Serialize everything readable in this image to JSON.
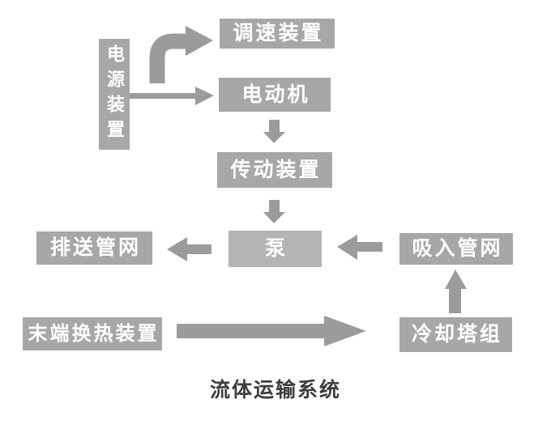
{
  "title": "流体运输系统",
  "colors": {
    "background": "#ffffff",
    "node_fill": "#a7a7a7",
    "pump_fill": "#b4b4b4",
    "arrow_fill": "#9b9b9b",
    "node_text": "#ffffff",
    "title_text": "#3d3d3d"
  },
  "nodes": {
    "power_supply": {
      "label": "电源装置",
      "orientation": "vertical"
    },
    "speed_control": {
      "label": "调速装置"
    },
    "motor": {
      "label": "电动机"
    },
    "transmission": {
      "label": "传动装置"
    },
    "pump": {
      "label": "泵"
    },
    "discharge_network": {
      "label": "排送管网"
    },
    "suction_network": {
      "label": "吸入管网"
    },
    "terminal_heat_exchanger": {
      "label": "末端换热装置"
    },
    "cooling_tower": {
      "label": "冷却塔组"
    }
  },
  "edges": [
    {
      "from": "power_supply",
      "to": "speed_control",
      "style": "bent-arrow"
    },
    {
      "from": "power_supply",
      "to": "motor",
      "style": "straight-arrow"
    },
    {
      "from": "motor",
      "to": "transmission",
      "style": "down-arrow"
    },
    {
      "from": "transmission",
      "to": "pump",
      "style": "down-arrow"
    },
    {
      "from": "pump",
      "to": "discharge_network",
      "style": "left-arrow"
    },
    {
      "from": "suction_network",
      "to": "pump",
      "style": "left-arrow"
    },
    {
      "from": "cooling_tower",
      "to": "suction_network",
      "style": "up-arrow"
    },
    {
      "from": "terminal_heat_exchanger",
      "to": "cooling_tower",
      "style": "long-right-arrow"
    }
  ]
}
